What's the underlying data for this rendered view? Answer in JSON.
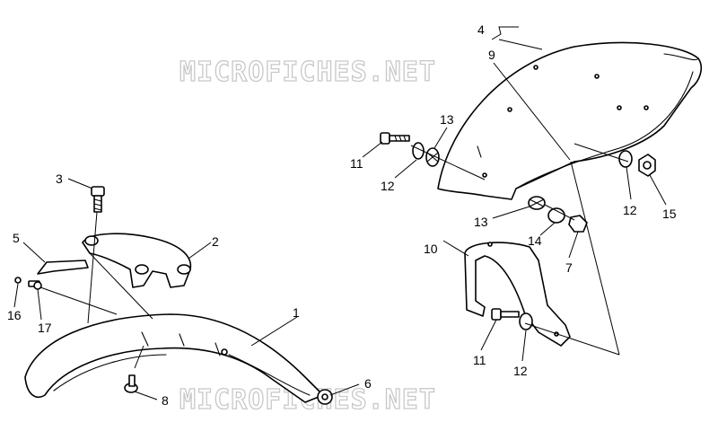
{
  "watermark": "MICROFICHES.NET",
  "colors": {
    "line": "#000000",
    "background": "#ffffff",
    "watermark": "#c8c8c8"
  },
  "callouts": {
    "c1": "1",
    "c2": "2",
    "c3": "3",
    "c4": "4",
    "c5": "5",
    "c6": "6",
    "c7": "7",
    "c8": "8",
    "c9": "9",
    "c10": "10",
    "c11a": "11",
    "c11b": "11",
    "c12a": "12",
    "c12b": "12",
    "c12c": "12",
    "c13a": "13",
    "c13b": "13",
    "c14": "14",
    "c15": "15",
    "c16": "16",
    "c17": "17"
  }
}
